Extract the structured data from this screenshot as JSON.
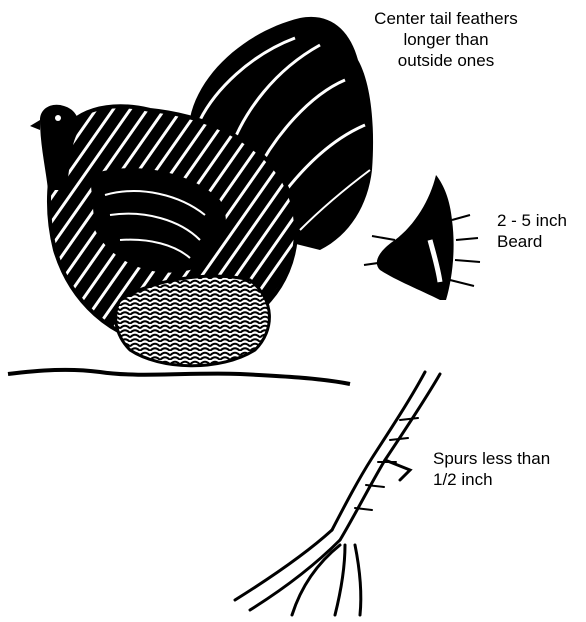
{
  "labels": {
    "tail": [
      "Center tail feathers",
      "longer than",
      "outside ones"
    ],
    "beard": [
      "2 - 5 inch",
      "Beard"
    ],
    "spurs": [
      "Spurs less than",
      "1/2 inch"
    ]
  },
  "illustration": {
    "ink_color": "#000000",
    "background_color": "#ffffff"
  }
}
